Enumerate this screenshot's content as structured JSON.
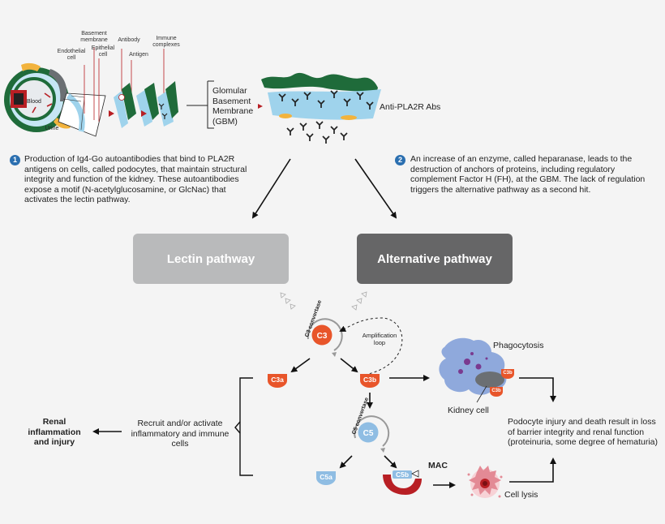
{
  "header_labels": {
    "basement_membrane": "Basement membrane",
    "endothelial_cell": "Endothelial cell",
    "epithelial_cell": "Epithelial cell",
    "antibody": "Antibody",
    "antigen": "Antigen",
    "immune_complexes": "Immune complexes",
    "blood": "Blood",
    "urine": "Urine",
    "gbm": "Glomular Basement Membrane (GBM)",
    "anti_pla2r": "Anti-PLA2R Abs"
  },
  "step1": {
    "number": "1",
    "text": "Production of Ig4-Go autoantibodies that bind to PLA2R antigens on cells, called podocytes, that maintain structural integrity and function of the kidney. These autoantibodies expose a motif (N-acetylglucosamine, or GlcNac) that activates the lectin pathway."
  },
  "step2": {
    "number": "2",
    "text": "An increase of an enzyme, called heparanase, leads to the destruction of anchors of proteins, including regulatory complement Factor H (FH), at the GBM. The lack of regulation triggers the alternative pathway as a second hit."
  },
  "pathways": {
    "lectin": "Lectin pathway",
    "alternative": "Alternative pathway"
  },
  "cascade": {
    "c3": "C3",
    "c3_convertase": "C3 convertase",
    "amplification_loop": "Amplification loop",
    "c3a": "C3a",
    "c3b": "C3b",
    "c5": "C5",
    "c5_convertase": "C5 convertase",
    "c5a": "C5a",
    "c5b": "C5b",
    "mac": "MAC",
    "phagocytosis": "Phagocytosis",
    "kidney_cell": "Kidney cell",
    "cell_lysis": "Cell lysis",
    "recruit": "Recruit and/or activate inflammatory and immune cells",
    "renal": "Renal inflammation and injury",
    "podocyte": "Podocyte injury and death result in loss of barrier integrity and renal function (proteinuria, some degree of hematuria)"
  },
  "colors": {
    "lectin_box": "#b9babb",
    "alternative_box": "#666667",
    "complement_orange": "#e8552a",
    "c5_blue": "#8fbde3",
    "mac_red": "#b81f24",
    "gbm_blue": "#9fd3ec",
    "podocyte_green": "#1f6b3a",
    "antigen_yellow": "#f2b33d",
    "number_blue": "#2b6fb0"
  }
}
